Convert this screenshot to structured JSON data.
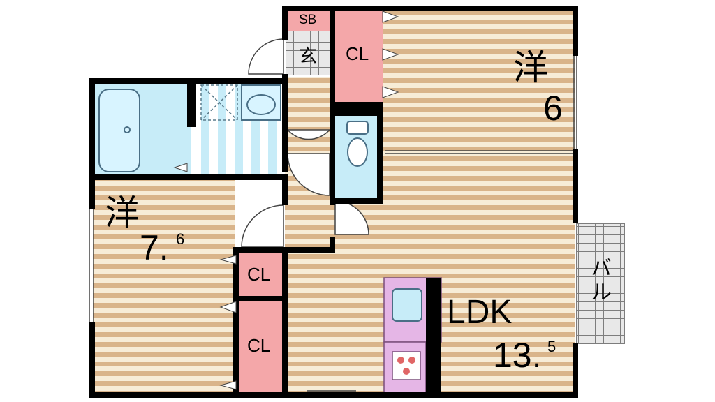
{
  "colors": {
    "floor_dark": "#d9b48a",
    "floor_light": "#f7ecd7",
    "wall": "#000000",
    "closet": "#f4a7a9",
    "water": "#c7ecf8",
    "kitchen": "#e5b6e6",
    "balcony_grid": "#7d7d7d",
    "balcony_bg": "#e8e8e8"
  },
  "rooms": {
    "western_top": {
      "name": "洋",
      "size": "6"
    },
    "western_left": {
      "name": "洋",
      "size_int": "7.",
      "size_dec": "6"
    },
    "ldk": {
      "name": "LDK",
      "size_int": "13.",
      "size_dec": "5"
    },
    "closet_top": {
      "name": "CL"
    },
    "closet_mid": {
      "name": "CL"
    },
    "closet_bottom": {
      "name": "CL"
    },
    "shoe_box": {
      "name": "SB"
    },
    "entrance": {
      "name": "玄"
    },
    "balcony": {
      "name": "バル"
    }
  }
}
